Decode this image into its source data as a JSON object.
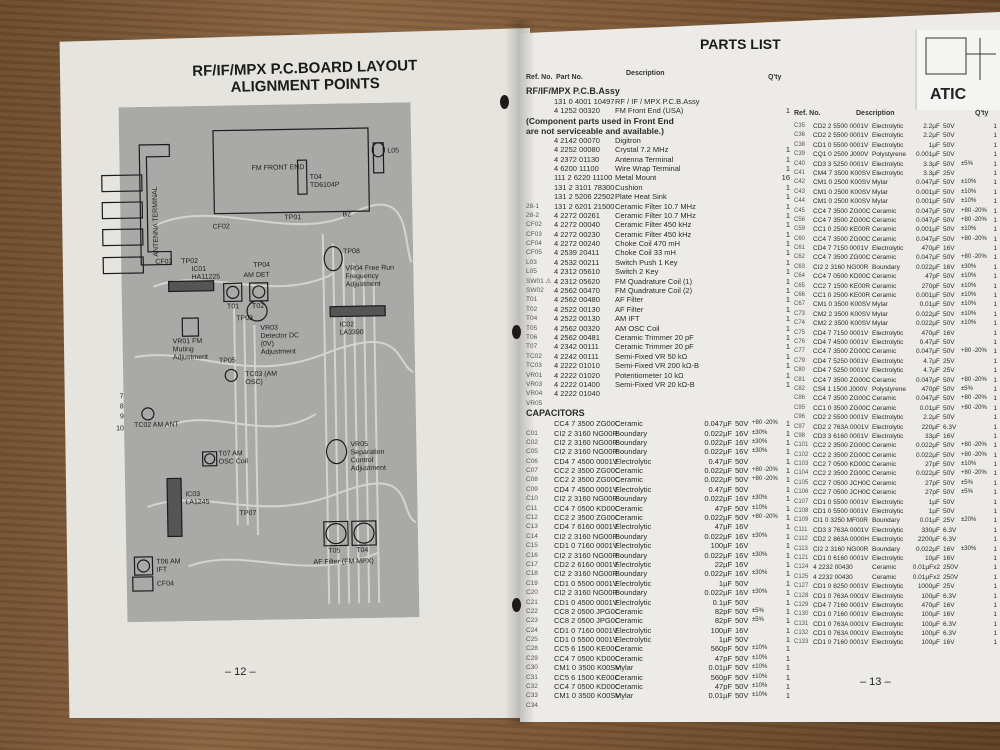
{
  "left_page": {
    "title_line1": "RF/IF/MPX P.C.BOARD LAYOUT",
    "title_line2": "ALIGNMENT POINTS",
    "page_number": "– 12 –",
    "labels": {
      "fm_front_end": "FM FRONT END",
      "antenna_terminal": "ANTENNA TERMINAL",
      "t04_top": "T04 TD6104P",
      "l05": "L05",
      "tp01": "TP01",
      "b2": "B2",
      "cf02": "CF02",
      "cf03": "CF03",
      "tp02": "TP02",
      "tp08": "TP08",
      "tp04": "TP04",
      "am_det": "AM DET",
      "ic01": "IC01 HA11225",
      "t01": "T01",
      "t02": "T02",
      "vr04": "VR04 Free Run Frequency Adjustment",
      "vr01": "VR01 FM Muting Adjustment",
      "tp03": "TP03",
      "tp05": "TP05",
      "vr03": "VR03 Detector DC (0V) Adjustment",
      "ic02": "IC02 LA3390",
      "tc03": "TC03 (AM OSC)",
      "tc02": "TC02 AM ANT",
      "pins": [
        "7",
        "8",
        "9",
        "10"
      ],
      "t07": "T07 AM OSC Coil",
      "vr05": "VR05 Separation Control Adjustment",
      "ic03": "IC03 LA1245",
      "tp07": "TP07",
      "t06": "T06 AM IFT",
      "cf04": "CF04",
      "t05": "T05",
      "t04": "T04",
      "af_filter": "AF Filter (FM MPX)"
    }
  },
  "right_page": {
    "title": "PARTS LIST",
    "page_number": "– 13 –",
    "headers": {
      "ref": "Ref. No.",
      "part": "Part No.",
      "desc": "Description",
      "qty": "Q'ty"
    },
    "section_pcb": "RF/IF/MPX P.C.B.Assy",
    "note": [
      "(Component parts used in Front End",
      "are not serviceable and available.)"
    ],
    "pcb_rows": [
      [
        "",
        "131 0 4001 10497",
        "RF / IF / MPX P.C.B.Assy",
        "",
        "",
        "",
        ""
      ],
      [
        "",
        "4 1252 00320",
        "FM Front End (USA)",
        "",
        "",
        "",
        "1"
      ],
      [
        "",
        "4 2142 00070",
        "Digitron",
        "",
        "",
        "",
        ""
      ],
      [
        "",
        "4 2252 00080",
        "Crystal 7.2 MHz",
        "",
        "",
        "",
        "1"
      ],
      [
        "",
        "4 2372 01130",
        "Antenna Terminal",
        "",
        "",
        "",
        "1"
      ],
      [
        "",
        "4 6200 11100",
        "Wire Wrap Terminal",
        "",
        "",
        "",
        "1"
      ],
      [
        "",
        "111 2 6220 11100",
        "Metal Mount",
        "",
        "",
        "",
        "16"
      ],
      [
        "",
        "131 2 3101 78300",
        "Cushion",
        "",
        "",
        "",
        "1"
      ],
      [
        "",
        "131 2 5206 22502",
        "Plate Heat Sink",
        "",
        "",
        "",
        "1"
      ],
      [
        "28-1",
        "131 2 6201 21500",
        "Ceramic Filter 10.7 MHz",
        "",
        "",
        "",
        "1"
      ],
      [
        "28-2",
        "4 2272 00261",
        "Ceramic Filter 10.7 MHz",
        "",
        "",
        "",
        "1"
      ],
      [
        "CF02",
        "4 2272 00040",
        "Ceramic Filter 450 kHz",
        "",
        "",
        "",
        "1"
      ],
      [
        "CF03",
        "4 2272 00230",
        "Ceramic Filter 450 kHz",
        "",
        "",
        "",
        "1"
      ],
      [
        "CF04",
        "4 2272 00240",
        "Choke Coil 470 mH",
        "",
        "",
        "",
        "1"
      ],
      [
        "CF05",
        "4 2539 20411",
        "Choke Coil 33 mH",
        "",
        "",
        "",
        "1"
      ],
      [
        "L03",
        "4 2532 00211",
        "Switch Push 1 Key",
        "",
        "",
        "",
        "1"
      ],
      [
        "L05",
        "4 2312 05610",
        "Switch 2 Key",
        "",
        "",
        "",
        "1"
      ],
      [
        "SW01 ⚠",
        "4 2312 05620",
        "FM Quadrature Coil (1)",
        "",
        "",
        "",
        "1"
      ],
      [
        "SW02",
        "4 2562 00470",
        "FM Quadrature Coil (2)",
        "",
        "",
        "",
        "1"
      ],
      [
        "T01",
        "4 2562 00480",
        "AF Filter",
        "",
        "",
        "",
        "1"
      ],
      [
        "T02",
        "4 2522 00130",
        "AF Filter",
        "",
        "",
        "",
        "1"
      ],
      [
        "T04",
        "4 2522 00130",
        "AM IFT",
        "",
        "",
        "",
        "1"
      ],
      [
        "T05",
        "4 2562 00320",
        "AM OSC Coil",
        "",
        "",
        "",
        "1"
      ],
      [
        "T06",
        "4 2562 00481",
        "Ceramic Trimmer 20 pF",
        "",
        "",
        "",
        "1"
      ],
      [
        "T07",
        "4 2342 00111",
        "Ceramic Trimmer 20 pF",
        "",
        "",
        "",
        "1"
      ],
      [
        "TC02",
        "4 2242 00111",
        "Semi-Fixed VR 50 kΩ",
        "",
        "",
        "",
        "1"
      ],
      [
        "TC03",
        "4 2222 01010",
        "Semi-Fixed VR 200 kΩ-B",
        "",
        "",
        "",
        "1"
      ],
      [
        "VR01",
        "4 2222 01020",
        "Potentiometer 10 kΩ",
        "",
        "",
        "",
        "1"
      ],
      [
        "VR03",
        "4 2222 01400",
        "Semi-Fixed VR 20 kΩ-B",
        "",
        "",
        "",
        "1"
      ],
      [
        "VR04",
        "4 2222 01040",
        "",
        "",
        "",
        "",
        ""
      ],
      [
        "VR05",
        "",
        "",
        "",
        "",
        "",
        ""
      ]
    ],
    "section_caps": "CAPACITORS",
    "cap_rows": [
      [
        "",
        "CC4 7 3500 ZG00C",
        "Ceramic",
        "0.047µF",
        "50V",
        "+80 -20%",
        "1"
      ],
      [
        "C01",
        "CI2 2 3160 NG00R",
        "Boundary",
        "0.022µF",
        "16V",
        "±30%",
        "1"
      ],
      [
        "C02",
        "CI2 2 3160 NG00R",
        "Boundary",
        "0.022µF",
        "16V",
        "±30%",
        "1"
      ],
      [
        "C05",
        "CI2 2 3160 NG00R",
        "Boundary",
        "0.022µF",
        "16V",
        "±30%",
        "1"
      ],
      [
        "C06",
        "CD4 7 4500 0001V",
        "Electrolytic",
        "0.47µF",
        "50V",
        "",
        "1"
      ],
      [
        "C07",
        "CC2 2 3500 ZG00C",
        "Ceramic",
        "0.022µF",
        "50V",
        "+80 -20%",
        "1"
      ],
      [
        "C08",
        "CC2 2 3500 ZG00C",
        "Ceramic",
        "0.022µF",
        "50V",
        "+80 -20%",
        "1"
      ],
      [
        "C09",
        "CD4 7 4500 0001V",
        "Electrolytic",
        "0.47µF",
        "50V",
        "",
        "1"
      ],
      [
        "C10",
        "CI2 2 3160 NG00R",
        "Boundary",
        "0.022µF",
        "16V",
        "±30%",
        "1"
      ],
      [
        "C11",
        "CC4 7 0500 KD00C",
        "Ceramic",
        "47pF",
        "50V",
        "±10%",
        "1"
      ],
      [
        "C12",
        "CC2 2 3500 ZG00C",
        "Ceramic",
        "0.022µF",
        "50V",
        "+80 -20%",
        "1"
      ],
      [
        "C13",
        "CD4 7 6160 0001V",
        "Electrolytic",
        "47µF",
        "16V",
        "",
        "1"
      ],
      [
        "C14",
        "CI2 2 3160 NG00R",
        "Boundary",
        "0.022µF",
        "16V",
        "±30%",
        "1"
      ],
      [
        "C15",
        "CD1 0 7160 0001V",
        "Electrolytic",
        "100µF",
        "16V",
        "",
        "1"
      ],
      [
        "C16",
        "CI2 2 3160 NG00R",
        "Boundary",
        "0.022µF",
        "16V",
        "±30%",
        "1"
      ],
      [
        "C17",
        "CD2 2 6160 0001V",
        "Electrolytic",
        "22µF",
        "16V",
        "",
        "1"
      ],
      [
        "C18",
        "CI2 2 3160 NG00R",
        "Boundary",
        "0.022µF",
        "16V",
        "±30%",
        "1"
      ],
      [
        "C19",
        "CD1 0 5500 0001V",
        "Electrolytic",
        "1µF",
        "50V",
        "",
        "1"
      ],
      [
        "C20",
        "CI2 2 3160 NG00R",
        "Boundary",
        "0.022µF",
        "16V",
        "±30%",
        "1"
      ],
      [
        "C21",
        "CD1 0 4500 0001V",
        "Electrolytic",
        "0.1µF",
        "50V",
        "",
        "1"
      ],
      [
        "C22",
        "CC8 2 0500 JPG0C",
        "Ceramic",
        "82pF",
        "50V",
        "±5%",
        "1"
      ],
      [
        "C23",
        "CC8 2 0500 JPG0C",
        "Ceramic",
        "82pF",
        "50V",
        "±5%",
        "1"
      ],
      [
        "C24",
        "CD1 0 7160 0001V",
        "Electrolytic",
        "100µF",
        "16V",
        "",
        "1"
      ],
      [
        "C25",
        "CD1 0 5500 0001V",
        "Electrolytic",
        "1µF",
        "50V",
        "",
        "1"
      ],
      [
        "C28",
        "CC5 6 1500 KE00C",
        "Ceramic",
        "560pF",
        "50V",
        "±10%",
        "1"
      ],
      [
        "C29",
        "CC4 7 0500 KD00C",
        "Ceramic",
        "47pF",
        "50V",
        "±10%",
        "1"
      ],
      [
        "C30",
        "CM1 0 3500 K00SV",
        "Mylar",
        "0.01µF",
        "50V",
        "±10%",
        "1"
      ],
      [
        "C31",
        "CC5 6 1500 KE00C",
        "Ceramic",
        "560pF",
        "50V",
        "±10%",
        "1"
      ],
      [
        "C32",
        "CC4 7 0500 KD00C",
        "Ceramic",
        "47pF",
        "50V",
        "±10%",
        "1"
      ],
      [
        "C33",
        "CM1 0 3500 K00SV",
        "Mylar",
        "0.01µF",
        "50V",
        "±10%",
        "1"
      ],
      [
        "C34",
        "",
        "",
        "",
        "",
        "",
        ""
      ]
    ],
    "cap_rows_2": [
      [
        "C35",
        "CD2 2 5500 0001V",
        "Electrolytic",
        "2.2µF",
        "50V",
        "",
        "1"
      ],
      [
        "C36",
        "CD2 2 5500 0001V",
        "Electrolytic",
        "2.2µF",
        "50V",
        "",
        "1"
      ],
      [
        "C38",
        "CD1 0 5500 0001V",
        "Electrolytic",
        "1µF",
        "50V",
        "",
        "1"
      ],
      [
        "C39",
        "CQ1 0 2500 J000V",
        "Polystyrene",
        "0.001µF",
        "50V",
        "",
        "1"
      ],
      [
        "C40",
        "CD3 3 5250 0001V",
        "Electrolytic",
        "3.3µF",
        "50V",
        "±5%",
        "1"
      ],
      [
        "C41",
        "CM4 7 3500 K00SV",
        "Electrolytic",
        "3.3µF",
        "25V",
        "",
        "1"
      ],
      [
        "C42",
        "CM1 0 2500 K00SV",
        "Mylar",
        "0.047µF",
        "50V",
        "±10%",
        "1"
      ],
      [
        "C43",
        "CM1 0 2500 K00SV",
        "Mylar",
        "0.001µF",
        "50V",
        "±10%",
        "1"
      ],
      [
        "C44",
        "CM1 0 2500 K00SV",
        "Mylar",
        "0.001µF",
        "50V",
        "±10%",
        "1"
      ],
      [
        "C45",
        "CC4 7 3500 ZG00C",
        "Ceramic",
        "0.047µF",
        "50V",
        "+80 -20%",
        "1"
      ],
      [
        "C56",
        "CC4 7 3500 ZG00C",
        "Ceramic",
        "0.047µF",
        "50V",
        "+80 -20%",
        "1"
      ],
      [
        "C59",
        "CC1 0 2500 KE00R",
        "Ceramic",
        "0.001µF",
        "50V",
        "±10%",
        "1"
      ],
      [
        "C60",
        "CC4 7 3500 ZG00C",
        "Ceramic",
        "0.047µF",
        "50V",
        "+80 -20%",
        "1"
      ],
      [
        "C61",
        "CD4 7 7150 0001V",
        "Electrolytic",
        "470µF",
        "16V",
        "",
        "1"
      ],
      [
        "C62",
        "CC4 7 3500 ZG00C",
        "Ceramic",
        "0.047µF",
        "50V",
        "+80 -20%",
        "1"
      ],
      [
        "C63",
        "CI2 2 3160 NG00R",
        "Boundary",
        "0.022µF",
        "16V",
        "±30%",
        "1"
      ],
      [
        "C64",
        "CC4 7 0500 KD00C",
        "Ceramic",
        "47pF",
        "50V",
        "±10%",
        "1"
      ],
      [
        "C65",
        "CC2 7 1500 KE00R",
        "Ceramic",
        "270pF",
        "50V",
        "±10%",
        "1"
      ],
      [
        "C66",
        "CC1 0 2500 KE00R",
        "Ceramic",
        "0.001µF",
        "50V",
        "±10%",
        "1"
      ],
      [
        "C67",
        "CM1 0 3500 K00SV",
        "Mylar",
        "0.01µF",
        "50V",
        "±10%",
        "1"
      ],
      [
        "C73",
        "CM2 2 3500 K00SV",
        "Mylar",
        "0.022µF",
        "50V",
        "±10%",
        "1"
      ],
      [
        "C74",
        "CM2 2 3500 K00SV",
        "Mylar",
        "0.022µF",
        "50V",
        "±10%",
        "1"
      ],
      [
        "C75",
        "CD4 7 7150 0001V",
        "Electrolytic",
        "470µF",
        "16V",
        "",
        "1"
      ],
      [
        "C76",
        "CD4 7 4500 0001V",
        "Electrolytic",
        "0.47µF",
        "50V",
        "",
        "1"
      ],
      [
        "C77",
        "CC4 7 3500 ZG00C",
        "Ceramic",
        "0.047µF",
        "50V",
        "+80 -20%",
        "1"
      ],
      [
        "C79",
        "CD4 7 5250 0001V",
        "Electrolytic",
        "4.7µF",
        "25V",
        "",
        "1"
      ],
      [
        "C80",
        "CD4 7 5250 0001V",
        "Electrolytic",
        "4.7µF",
        "25V",
        "",
        "1"
      ],
      [
        "C81",
        "CC4 7 3500 ZG00C",
        "Ceramic",
        "0.047µF",
        "50V",
        "+80 -20%",
        "1"
      ],
      [
        "C82",
        "CS4 1 1500 J000V",
        "Polystyrene",
        "470pF",
        "50V",
        "±5%",
        "1"
      ],
      [
        "C86",
        "CC4 7 3500 ZG00C",
        "Ceramic",
        "0.047µF",
        "50V",
        "+80 -20%",
        "1"
      ],
      [
        "C95",
        "CC1 0 3500 ZG00C",
        "Ceramic",
        "0.01µF",
        "50V",
        "+80 -20%",
        "1"
      ],
      [
        "C96",
        "CD2 2 5500 0001V",
        "Electrolytic",
        "2.2µF",
        "50V",
        "",
        "1"
      ],
      [
        "C97",
        "CD2 2 763A 0001V",
        "Electrolytic",
        "220µF",
        "6.3V",
        "",
        "1"
      ],
      [
        "C98",
        "CD3 3 6160 0001V",
        "Electrolytic",
        "33µF",
        "16V",
        "",
        "1"
      ],
      [
        "C101",
        "CC2 2 3500 ZG00C",
        "Ceramic",
        "0.022µF",
        "50V",
        "+80 -20%",
        "1"
      ],
      [
        "C102",
        "CC2 2 3500 ZG00C",
        "Ceramic",
        "0.022µF",
        "50V",
        "+80 -20%",
        "1"
      ],
      [
        "C103",
        "CC2 7 0500 KD00C",
        "Ceramic",
        "27pF",
        "50V",
        "±10%",
        "1"
      ],
      [
        "C104",
        "CC2 2 3500 ZG00C",
        "Ceramic",
        "0.022µF",
        "50V",
        "+80 -20%",
        "1"
      ],
      [
        "C105",
        "CC2 7 0500 JCH0C",
        "Ceramic",
        "27pF",
        "50V",
        "±5%",
        "1"
      ],
      [
        "C106",
        "CC2 7 0500 JCH0C",
        "Ceramic",
        "27pF",
        "50V",
        "±5%",
        "1"
      ],
      [
        "C107",
        "CD1 0 5500 0001V",
        "Electrolytic",
        "1µF",
        "50V",
        "",
        "1"
      ],
      [
        "C108",
        "CD1 0 5500 0001V",
        "Electrolytic",
        "1µF",
        "50V",
        "",
        "1"
      ],
      [
        "C109",
        "CI1 0 3250 MF00R",
        "Boundary",
        "0.01µF",
        "25V",
        "±20%",
        "1"
      ],
      [
        "C111",
        "CD3 3 763A 0001V",
        "Electrolytic",
        "330µF",
        "6.3V",
        "",
        "1"
      ],
      [
        "C112",
        "CD2 2 863A 0000H",
        "Electrolytic",
        "2200µF",
        "6.3V",
        "",
        "1"
      ],
      [
        "C113",
        "CI2 2 3160 NG00R",
        "Boundary",
        "0.022µF",
        "16V",
        "±30%",
        "1"
      ],
      [
        "C121",
        "CD1 0 6160 0001V",
        "Electrolytic",
        "10µF",
        "16V",
        "",
        "1"
      ],
      [
        "C124",
        "4 2232 00430",
        "Ceramic",
        "0.01µFx2",
        "250V",
        "",
        "1"
      ],
      [
        "C125",
        "4 2232 00430",
        "Ceramic",
        "0.01µFx2",
        "250V",
        "",
        "1"
      ],
      [
        "C127",
        "CD1 0 8250 0001V",
        "Electrolytic",
        "1000µF",
        "25V",
        "",
        "1"
      ],
      [
        "C128",
        "CD1 0 763A 0001V",
        "Electrolytic",
        "100µF",
        "6.3V",
        "",
        "1"
      ],
      [
        "C129",
        "CD4 7 7160 0001V",
        "Electrolytic",
        "470µF",
        "16V",
        "",
        "1"
      ],
      [
        "C130",
        "CD1 0 7160 0001V",
        "Electrolytic",
        "100µF",
        "16V",
        "",
        "1"
      ],
      [
        "C131",
        "CD1 0 763A 0001V",
        "Electrolytic",
        "100µF",
        "6.3V",
        "",
        "1"
      ],
      [
        "C132",
        "CD1 0 763A 0001V",
        "Electrolytic",
        "100µF",
        "6.3V",
        "",
        "1"
      ],
      [
        "C133",
        "CD1 0 7160 0001V",
        "Electrolytic",
        "100µF",
        "16V",
        "",
        "1"
      ]
    ]
  },
  "next_page": {
    "title_fragment": "ATIC"
  }
}
